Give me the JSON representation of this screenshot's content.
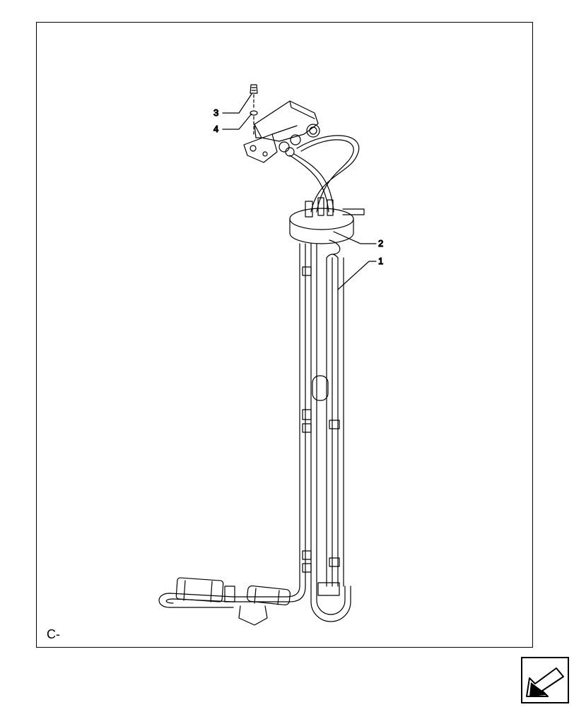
{
  "callouts": {
    "item1": "1",
    "item2": "2",
    "item3": "3",
    "item4": "4"
  },
  "corner_label": "C-",
  "icons": {
    "nav": "arrow-left-down-icon"
  },
  "colors": {
    "line": "#000000",
    "background": "#ffffff"
  }
}
